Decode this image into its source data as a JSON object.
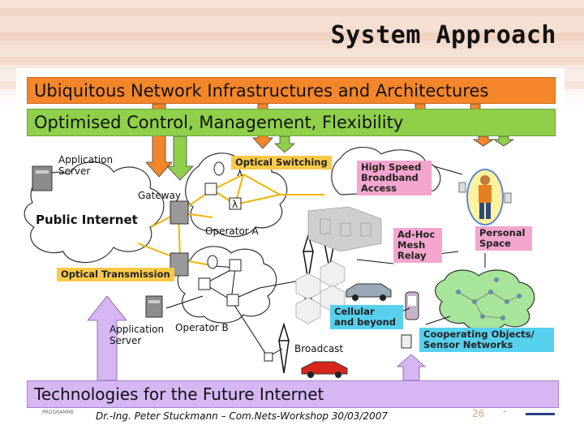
{
  "slide": {
    "title": "System Approach",
    "footer": "Dr.-Ing. Peter Stuckmann – Com.Nets-Workshop 30/03/2007",
    "footer_logo_text": "PROGRAMME",
    "page_number": "26",
    "page_dot": "-"
  },
  "layers": {
    "top": "Ubiquitous Network Infrastructures and Architectures",
    "middle": "Optimised Control, Management, Flexibility",
    "bottom": "Technologies for the Future Internet"
  },
  "labels": {
    "application_server_top": [
      "Application",
      "Server"
    ],
    "gateway": "Gateway",
    "public_internet": "Public Internet",
    "operator_a": "Operator A",
    "operator_b": "Operator B",
    "application_server_bottom": [
      "Application",
      "Server"
    ],
    "broadcast": "Broadcast",
    "optical_switching": "Optical Switching",
    "optical_transmission": "Optical Transmission",
    "high_speed": [
      "High Speed",
      "Broadband",
      "Access"
    ],
    "ad_hoc": [
      "Ad-Hoc",
      "Mesh",
      "Relay"
    ],
    "personal_space": [
      "Personal",
      "Space"
    ],
    "cellular": [
      "Cellular",
      "and beyond"
    ],
    "cooperating": [
      "Cooperating Objects/",
      "Sensor Networks"
    ],
    "lambda": "λ"
  },
  "colors": {
    "orange": "#f5862a",
    "green": "#8fcf4a",
    "purple": "#d6b6f3",
    "yellow_box": "#f9c94a",
    "pink_box": "#f4a6cf",
    "cyan_box": "#57d0ee",
    "link_yellow": "#f0b400",
    "link_black": "#111111"
  }
}
